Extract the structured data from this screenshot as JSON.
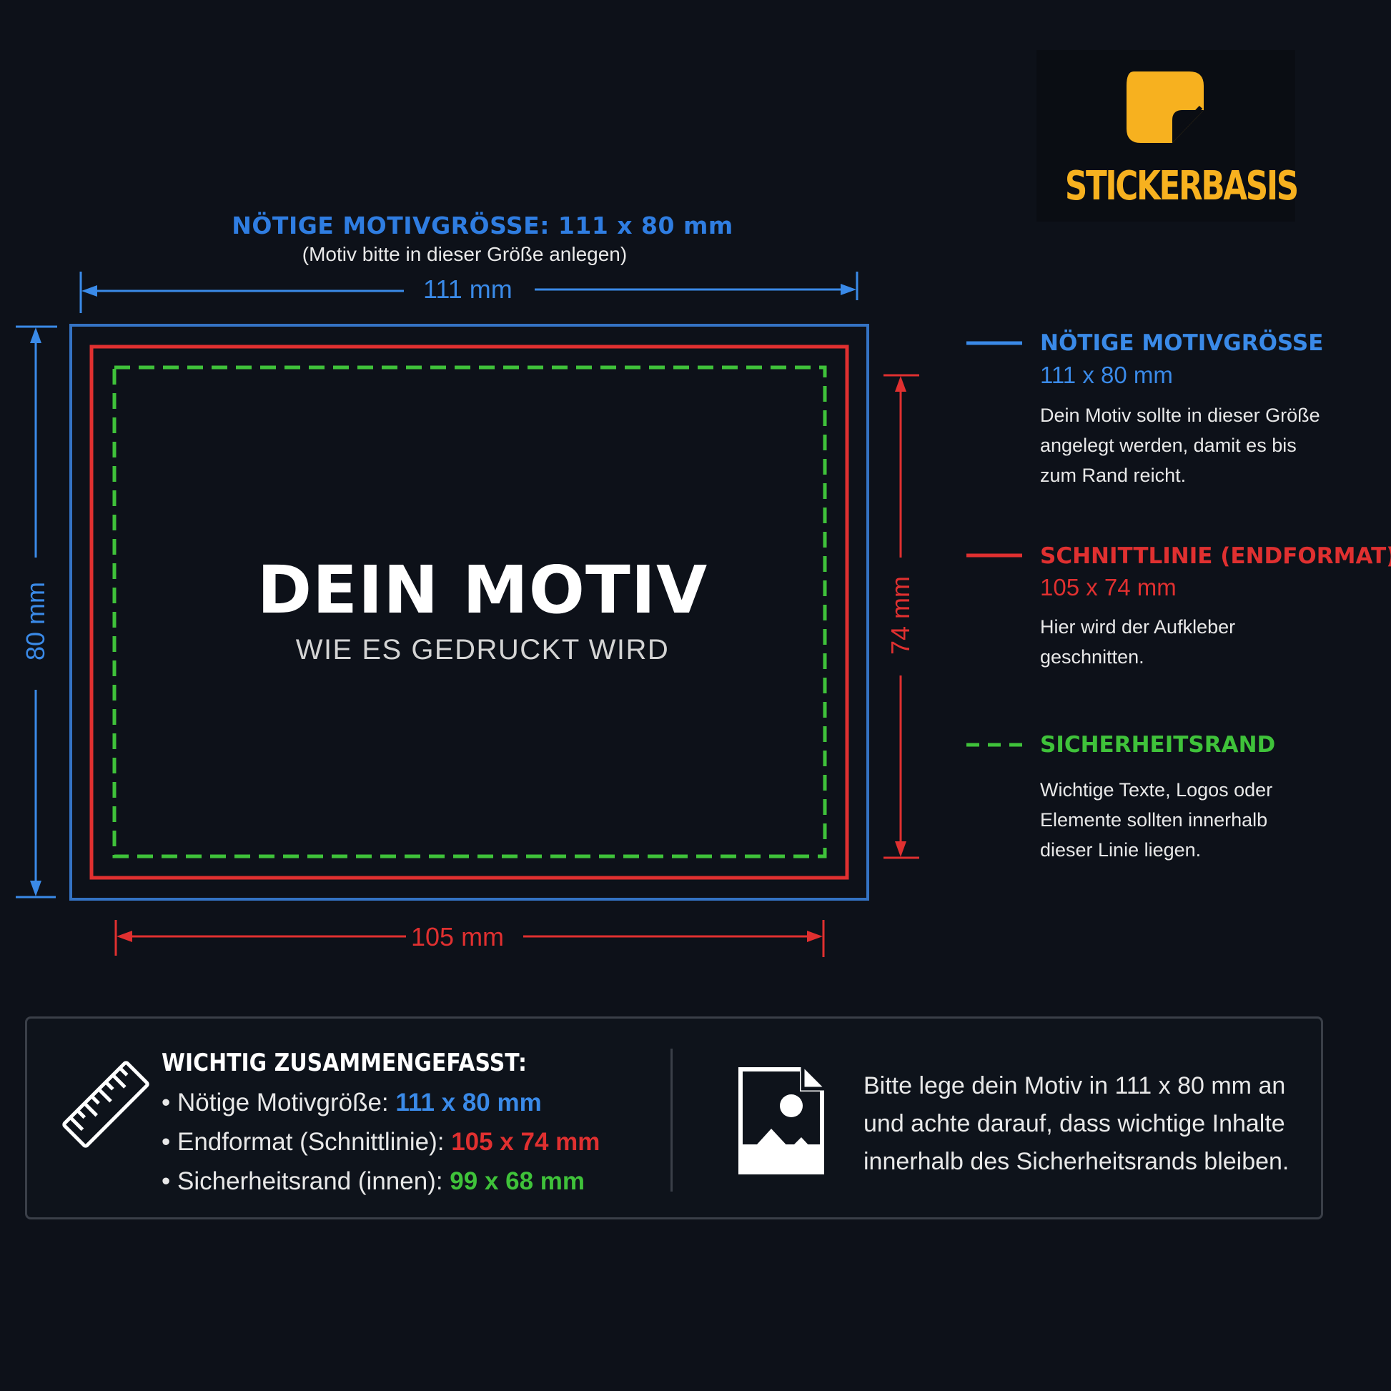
{
  "logo": {
    "text": "STICKERBASIS",
    "color": "#f7b11f"
  },
  "header": {
    "title": "NÖTIGE MOTIVGRÖSSE: 111 x 80 mm",
    "subtitle": "(Motiv bitte in dieser Größe anlegen)"
  },
  "dimensions": {
    "top_width": "111 mm",
    "bottom_width": "105 mm",
    "left_height": "80 mm",
    "right_height": "74 mm"
  },
  "motif": {
    "title": "DEIN MOTIV",
    "subtitle": "WIE ES GEDRUCKT WIRD"
  },
  "legend": {
    "items": [
      {
        "heading": "NÖTIGE MOTIVGRÖSSE",
        "size": "111 x 80 mm",
        "line1": "Dein Motiv sollte in dieser Größe",
        "line2": "angelegt werden, damit es bis",
        "line3": "zum Rand reicht.",
        "color": "#3a8ae8",
        "line_style": "solid"
      },
      {
        "heading": "SCHNITTLINIE (ENDFORMAT)",
        "size": "105 x 74 mm",
        "line1": "Hier wird der Aufkleber",
        "line2": "geschnitten.",
        "color": "#e03030",
        "line_style": "solid"
      },
      {
        "heading": "SICHERHEITSRAND",
        "line1": "Wichtige Texte, Logos oder",
        "line2": "Elemente sollten innerhalb",
        "line3": "dieser Linie liegen.",
        "color": "#3fc23a",
        "line_style": "dashed"
      }
    ]
  },
  "summary": {
    "title": "WICHTIG ZUSAMMENGEFASST:",
    "items": [
      {
        "label": "• Nötige Motivgröße: ",
        "value": "111 x 80 mm",
        "color": "#3a8ae8"
      },
      {
        "label": "• Endformat (Schnittlinie): ",
        "value": "105 x 74 mm",
        "color": "#e03030"
      },
      {
        "label": "• Sicherheitsrand (innen): ",
        "value": "99 x 68 mm",
        "color": "#3fc23a"
      }
    ],
    "text_line1": "Bitte lege dein Motiv in 111 x 80 mm an",
    "text_line2": "und achte darauf, dass wichtige Inhalte",
    "text_line3": "innerhalb des Sicherheitsrands bleiben.",
    "icons": [
      "ruler-icon",
      "image-icon"
    ]
  },
  "colors": {
    "background": "#0d1119",
    "blue": "#3a8ae8",
    "red": "#e03030",
    "green": "#3fc23a"
  }
}
